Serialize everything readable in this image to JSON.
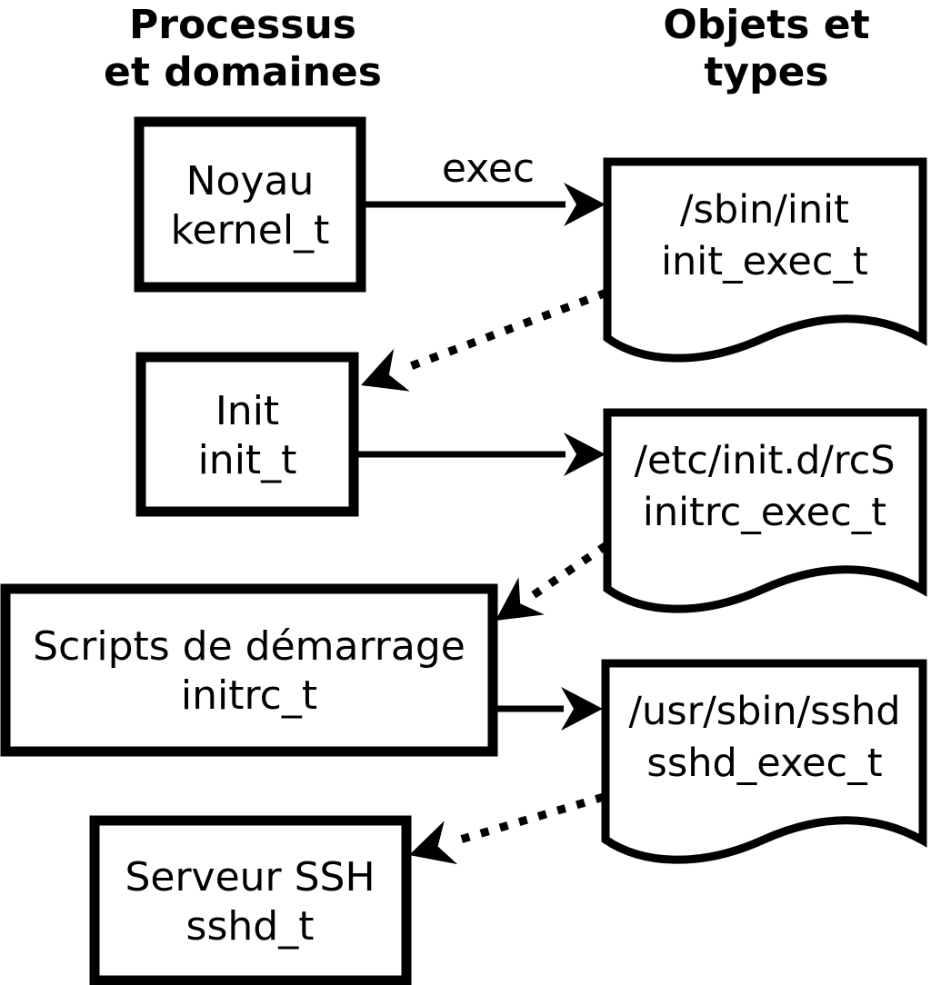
{
  "headers": {
    "left": {
      "line1": "Processus",
      "line2": "et domaines"
    },
    "right": {
      "line1": "Objets et",
      "line2": "types"
    }
  },
  "process_boxes": [
    {
      "name": "Noyau",
      "type": "kernel_t"
    },
    {
      "name": "Init",
      "type": "init_t"
    },
    {
      "name": "Scripts de démarrage",
      "type": "initrc_t"
    },
    {
      "name": "Serveur SSH",
      "type": "sshd_t"
    }
  ],
  "object_docs": [
    {
      "path": "/sbin/init",
      "type": "init_exec_t"
    },
    {
      "path": "/etc/init.d/rcS",
      "type": "initrc_exec_t"
    },
    {
      "path": "/usr/sbin/sshd",
      "type": "sshd_exec_t"
    }
  ],
  "arrows": {
    "exec_label": "exec"
  },
  "colors": {
    "foreground": "#000000",
    "background": "#ffffff"
  }
}
